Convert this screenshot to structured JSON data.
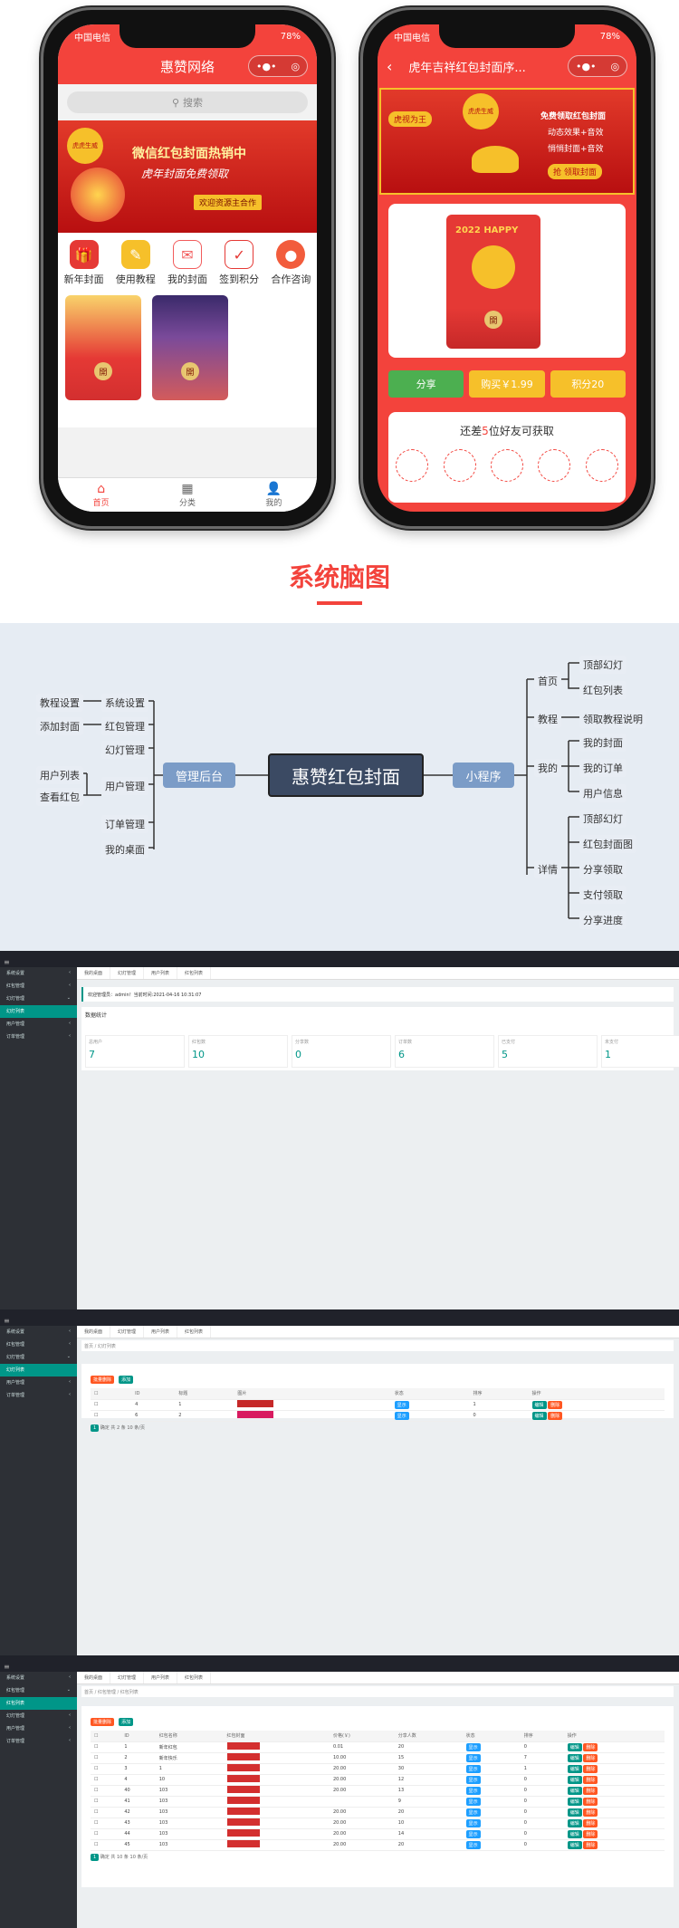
{
  "phone1": {
    "carrier": "中国电信",
    "battery": "78%",
    "title": "惠赞网络",
    "search_placeholder": "搜索",
    "banner": {
      "line1": "微信红包封面热销中",
      "line2": "虎年封面免费领取",
      "cta": "欢迎资源主合作",
      "tag": "虎虎生威"
    },
    "icons": [
      {
        "label": "新年封面",
        "color": "#e53935",
        "glyph": "gift-icon"
      },
      {
        "label": "使用教程",
        "color": "#f6c02a",
        "glyph": "book-icon"
      },
      {
        "label": "我的封面",
        "color": "#f25c5c",
        "glyph": "envelope-icon"
      },
      {
        "label": "签到积分",
        "color": "#e53935",
        "glyph": "calendar-icon"
      },
      {
        "label": "合作咨询",
        "color": "#f25c3c",
        "glyph": "fire-icon"
      }
    ],
    "cover_badge": "開",
    "tabs": [
      {
        "label": "首页",
        "glyph": "home-icon"
      },
      {
        "label": "分类",
        "glyph": "grid-icon"
      },
      {
        "label": "我的",
        "glyph": "user-icon"
      }
    ]
  },
  "phone2": {
    "carrier": "中国电信",
    "battery": "78%",
    "title": "虎年吉祥红包封面序...",
    "banner": {
      "tag": "虎虎生威",
      "ribbon": "虎视为王",
      "l1": "免费领取红包封面",
      "l2": "动态效果+音效",
      "l3": "悄悄封面+音效",
      "cta": "抢 领取封面"
    },
    "cover_text": "2022 HAPPY",
    "cover_badge": "開",
    "buttons": {
      "share": "分享",
      "buy": "购买￥1.99",
      "points": "积分20"
    },
    "invite": {
      "prefix": "还差",
      "count": "5",
      "suffix": "位好友可获取"
    }
  },
  "mindmap": {
    "heading": "系统脑图",
    "center": "惠赞红包封面",
    "left_hub": "管理后台",
    "right_hub": "小程序",
    "left": [
      "系统设置",
      "红包管理",
      "幻灯管理",
      "用户管理",
      "订单管理",
      "我的桌面"
    ],
    "left_sub": [
      "教程设置",
      "添加封面",
      "用户列表",
      "查看红包"
    ],
    "right": [
      "首页",
      "教程",
      "我的",
      "详情"
    ],
    "right_sub": {
      "home": [
        "顶部幻灯",
        "红包列表"
      ],
      "tutorial": [
        "领取教程说明"
      ],
      "mine": [
        "我的封面",
        "我的订单",
        "用户信息"
      ],
      "detail": [
        "顶部幻灯",
        "红包封面图",
        "分享领取",
        "支付领取",
        "分享进度"
      ]
    }
  },
  "admin": {
    "menu": [
      "系统设置",
      "红包管理",
      "幻灯管理",
      "用户管理",
      "订单管理"
    ],
    "submenu": "幻灯列表",
    "submenu2": "红包列表",
    "tabs": [
      "我的桌面",
      "幻灯管理",
      "用户列表",
      "红包列表"
    ],
    "welcome": "欢迎管理员：admin！当前时间:2021-04-16 10:31:07",
    "stats_title": "数据统计",
    "stats": [
      {
        "label": "总用户",
        "value": "7"
      },
      {
        "label": "红包数",
        "value": "10"
      },
      {
        "label": "分享数",
        "value": "0"
      },
      {
        "label": "订单数",
        "value": "6"
      },
      {
        "label": "已支付",
        "value": "5"
      },
      {
        "label": "未支付",
        "value": "1"
      }
    ],
    "breadcrumb1": "首页 / 幻灯列表",
    "breadcrumb2": "首页 / 红包管理 / 红包列表",
    "btn_delete": "批量删除",
    "btn_add": "添加",
    "slide_headers": [
      "ID",
      "标题",
      "图片",
      "状态",
      "排序",
      "操作"
    ],
    "slides": [
      [
        "4",
        "1",
        "显示",
        "1"
      ],
      [
        "6",
        "2",
        "显示",
        "0"
      ]
    ],
    "edit": "编辑",
    "del": "删除",
    "pager": {
      "page": "1",
      "total": "共 2 条",
      "size": "10 条/页",
      "go": "确定"
    },
    "pager2": {
      "total": "共 10 条"
    },
    "packet_headers": [
      "ID",
      "红包名称",
      "红包封面",
      "价格(￥)",
      "分享人数",
      "状态",
      "排序",
      "操作"
    ],
    "packets": [
      [
        "1",
        "新年红包",
        "0.01",
        "20",
        "显示",
        "0"
      ],
      [
        "2",
        "新年快乐",
        "10.00",
        "15",
        "显示",
        "7"
      ],
      [
        "3",
        "1",
        "20.00",
        "30",
        "显示",
        "1"
      ],
      [
        "4",
        "10",
        "20.00",
        "12",
        "显示",
        "0"
      ],
      [
        "40",
        "103",
        "20.00",
        "13",
        "显示",
        "0"
      ],
      [
        "41",
        "103",
        "",
        "9",
        "显示",
        "0"
      ],
      [
        "42",
        "103",
        "20.00",
        "20",
        "显示",
        "0"
      ],
      [
        "43",
        "103",
        "20.00",
        "10",
        "显示",
        "0"
      ],
      [
        "44",
        "103",
        "20.00",
        "14",
        "显示",
        "0"
      ],
      [
        "45",
        "103",
        "20.00",
        "20",
        "显示",
        "0"
      ]
    ]
  }
}
